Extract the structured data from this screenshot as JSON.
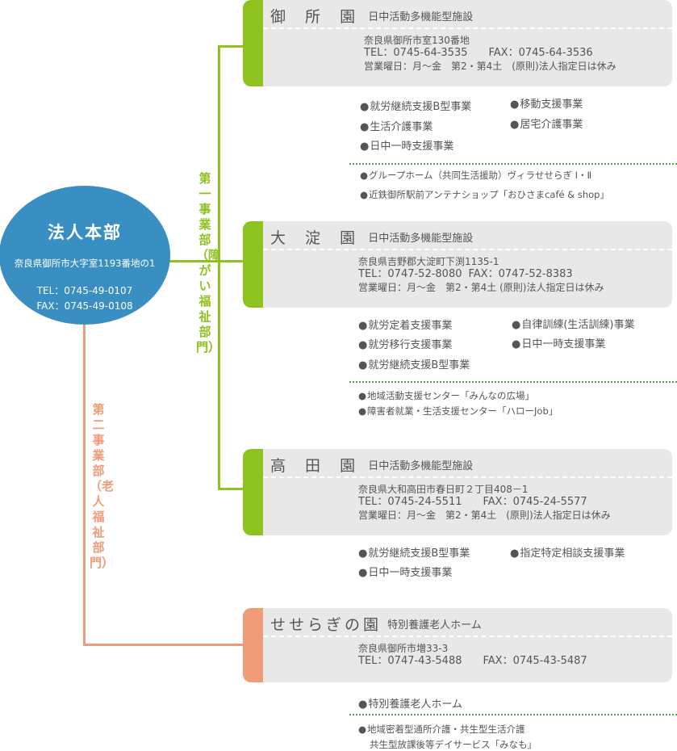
{
  "headquarters": {
    "title": "法人本部",
    "address": "奈良県御所市大字室1193番地の1",
    "tel": "TEL：0745-49-0107",
    "fax": "FAX：0745-49-0108",
    "color": "#3a8fc2"
  },
  "divisions": {
    "first": {
      "label": "第一事業部（障がい福祉部門）",
      "color": "#8dc21f"
    },
    "second": {
      "label": "第二事業部（老人福祉部門）",
      "color": "#f09c78"
    }
  },
  "facilities": [
    {
      "name": "御 所 園",
      "type": "日中活動多機能型施設",
      "address": "奈良県御所市室130番地",
      "tel": "TEL：0745-64-3535",
      "fax": "FAX：0745-64-3536",
      "hours": "営業曜日：月～金　第2・第4土　(原則)法人指定日は休み",
      "services": [
        "就労継続支援B型事業",
        "移動支援事業",
        "生活介護事業",
        "居宅介護事業",
        "日中一時支援事業"
      ],
      "sub_services": [
        "グループホーム（共同生活援助）ヴィラせせらぎ Ⅰ・Ⅱ",
        "近鉄御所駅前アンテナショップ「おひさまcafé & shop」"
      ]
    },
    {
      "name": "大 淀 園",
      "type": "日中活動多機能型施設",
      "address": "奈良県吉野郡大淀町下渕1135-1",
      "tel": "TEL：0747-52-8080",
      "fax": "FAX：0747-52-8383",
      "hours": "営業曜日：月～金　第2・第4土 (原則)法人指定日は休み",
      "services": [
        "就労定着支援事業",
        "自律訓練(生活訓練)事業",
        "就労移行支援事業",
        "日中一時支援事業",
        "就労継続支援B型事業"
      ],
      "sub_services": [
        "地域活動支援センター「みんなの広場」",
        "障害者就業・生活支援センター「ハローJob」"
      ]
    },
    {
      "name": "高 田 園",
      "type": "日中活動多機能型施設",
      "address": "奈良県大和高田市春日町２丁目408－1",
      "tel": "TEL：0745-24-5511",
      "fax": "FAX：0745-24-5577",
      "hours": "営業曜日：月～金　第2・第4土　(原則)法人指定日は休み",
      "services": [
        "就労継続支援B型事業",
        "指定特定相談支援事業",
        "日中一時支援事業"
      ]
    },
    {
      "name": "せせらぎの園",
      "type": "特別養護老人ホーム",
      "address": "奈良県御所市増33-3",
      "tel": "TEL：0747-43-5488",
      "fax": "FAX：0745-43-5487",
      "services": [
        "特別養護老人ホーム"
      ],
      "sub_services": [
        "地域密着型通所介護・共生型生活介護",
        "共生型放課後等デイサービス「みなも」"
      ]
    }
  ]
}
